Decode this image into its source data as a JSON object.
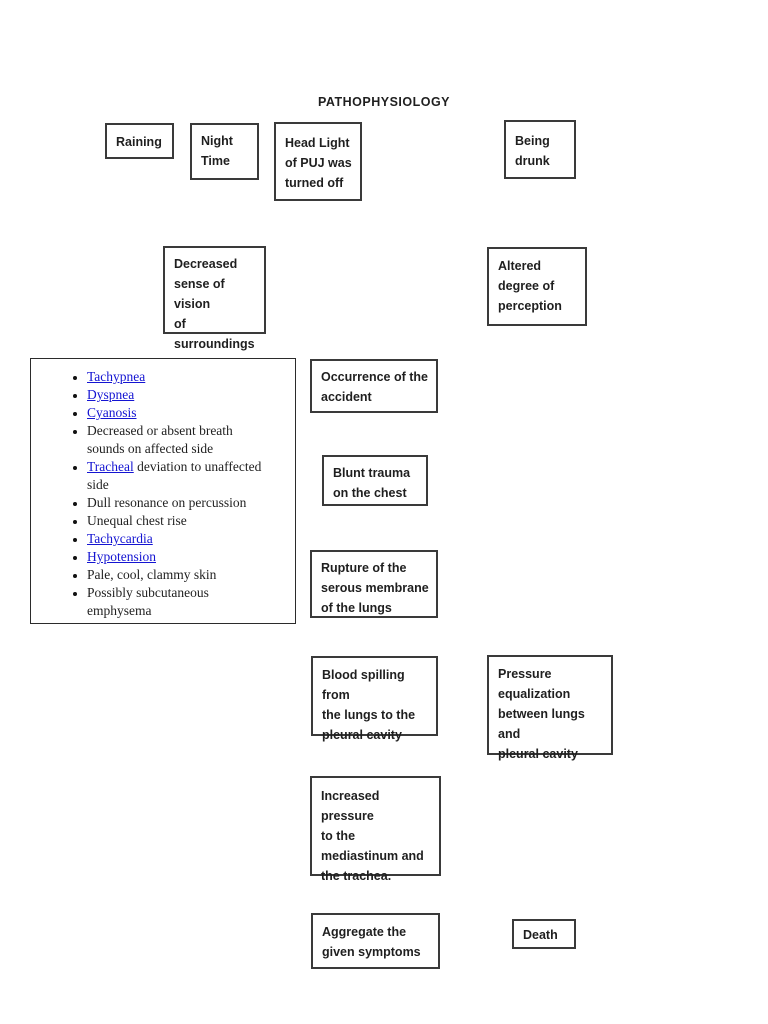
{
  "title": "PATHOPHYSIOLOGY",
  "flowchart": {
    "raining": {
      "label": "Raining"
    },
    "night_time": {
      "label": "Night\nTime"
    },
    "headlight_off": {
      "label": "Head Light\nof PUJ was\nturned off"
    },
    "being_drunk": {
      "label": "Being\ndrunk"
    },
    "decreased_vision": {
      "label": "Decreased\nsense of vision\nof\nsurroundings"
    },
    "altered_perception": {
      "label": "Altered\ndegree of\nperception"
    },
    "occurrence": {
      "label": "Occurrence of the\naccident"
    },
    "blunt_trauma": {
      "label": "Blunt trauma\non the chest"
    },
    "rupture": {
      "label": "Rupture of the\nserous membrane\nof the lungs"
    },
    "blood_spilling": {
      "label": "Blood spilling from\nthe lungs to the\npleural cavity"
    },
    "pressure_equalization": {
      "label": "Pressure\nequalization\nbetween lungs and\npleural cavity"
    },
    "increased_pressure": {
      "label": "Increased pressure\nto the\nmediastinum and\nthe trachea."
    },
    "aggregate_symptoms": {
      "label": "Aggregate the\ngiven symptoms"
    },
    "death": {
      "label": "Death"
    }
  },
  "symptoms": {
    "items": [
      {
        "segments": [
          {
            "text": "Tachypnea",
            "link": true
          }
        ]
      },
      {
        "segments": [
          {
            "text": "Dyspnea",
            "link": true
          }
        ]
      },
      {
        "segments": [
          {
            "text": "Cyanosis",
            "link": true
          }
        ]
      },
      {
        "segments": [
          {
            "text": "Decreased or absent breath\nsounds on affected side",
            "link": false
          }
        ]
      },
      {
        "segments": [
          {
            "text": "Tracheal",
            "link": true
          },
          {
            "text": " deviation to unaffected\nside",
            "link": false
          }
        ]
      },
      {
        "segments": [
          {
            "text": "Dull resonance on percussion",
            "link": false
          }
        ]
      },
      {
        "segments": [
          {
            "text": "Unequal chest rise",
            "link": false
          }
        ]
      },
      {
        "segments": [
          {
            "text": "Tachycardia",
            "link": true
          }
        ]
      },
      {
        "segments": [
          {
            "text": "Hypotension",
            "link": true
          }
        ]
      },
      {
        "segments": [
          {
            "text": "Pale, cool, clammy skin",
            "link": false
          }
        ]
      },
      {
        "segments": [
          {
            "text": "Possibly subcutaneous\nemphysema",
            "link": false
          }
        ]
      }
    ]
  },
  "colors": {
    "link": "#1414d2",
    "text": "#1f1f1f",
    "border": "#3a3a3a",
    "background": "#ffffff"
  }
}
